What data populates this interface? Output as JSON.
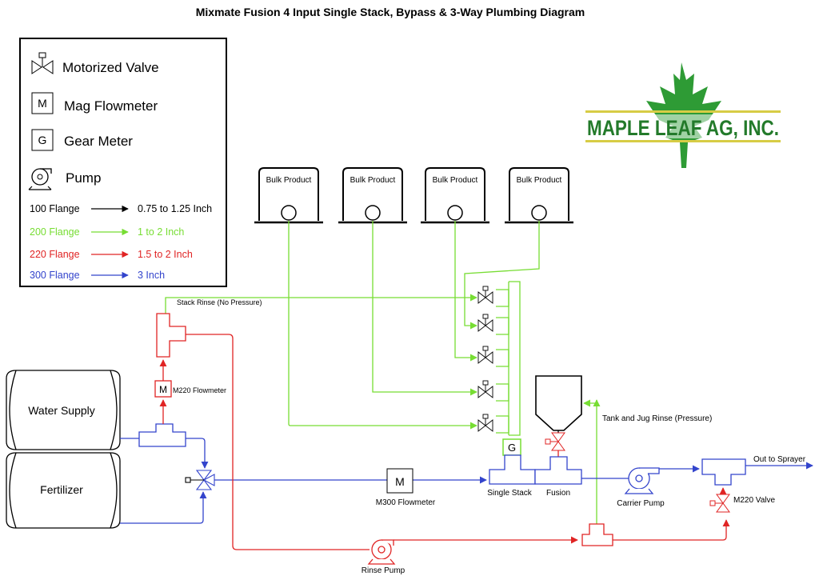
{
  "title": "Mixmate Fusion 4 Input Single Stack, Bypass & 3-Way Plumbing Diagram",
  "logo": {
    "text": "MAPLE LEAF AG, INC.",
    "colors": {
      "green": "#2e9b35",
      "dark_green": "#237a2a",
      "gold": "#d7cc45"
    }
  },
  "legend": {
    "items": [
      {
        "symbol": "valve-icon",
        "label": "Motorized Valve"
      },
      {
        "symbol": "M",
        "label": "Mag Flowmeter"
      },
      {
        "symbol": "G",
        "label": "Gear Meter"
      },
      {
        "symbol": "pump-icon",
        "label": "Pump"
      }
    ],
    "flanges": [
      {
        "name": "100 Flange",
        "size": "0.75 to 1.25 Inch",
        "color": "#000000"
      },
      {
        "name": "200 Flange",
        "size": "1 to 2 Inch",
        "color": "#77dd33"
      },
      {
        "name": "220 Flange",
        "size": "1.5 to 2 Inch",
        "color": "#e02424"
      },
      {
        "name": "300 Flange",
        "size": "3 Inch",
        "color": "#3344cc"
      }
    ]
  },
  "tanks": {
    "bulk_label": "Bulk Product",
    "bulk_count": 4,
    "water_supply": "Water Supply",
    "fertilizer": "Fertilizer"
  },
  "meters": {
    "mag_symbol": "M",
    "gear_symbol": "G"
  },
  "labels": {
    "stack_rinse": "Stack Rinse (No Pressure)",
    "m220_flowmeter": "M220 Flowmeter",
    "m300_flowmeter": "M300 Flowmeter",
    "single_stack": "Single Stack",
    "fusion": "Fusion",
    "carrier_pump": "Carrier Pump",
    "out_to_sprayer": "Out to Sprayer",
    "m220_valve": "M220 Valve",
    "tank_jug_rinse": "Tank and Jug Rinse (Pressure)",
    "rinse_pump": "Rinse Pump"
  },
  "colors": {
    "black": "#000000",
    "green": "#77dd33",
    "red": "#e02424",
    "blue": "#3344cc"
  }
}
